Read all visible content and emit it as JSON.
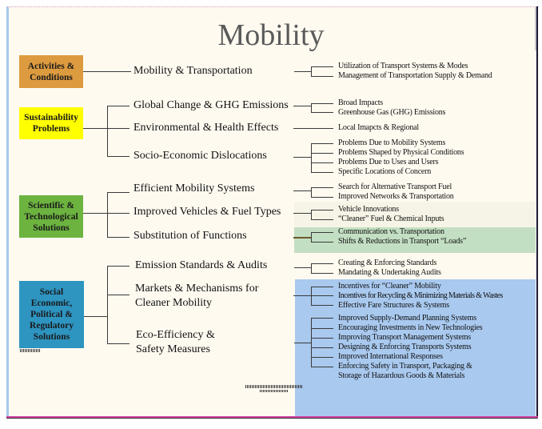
{
  "title": "Mobility",
  "colors": {
    "background": "#fffaf0",
    "activities_box": "#dd9b3f",
    "sustainability_box": "#ffff00",
    "scientific_box": "#6cb33f",
    "social_box": "#2e94c0",
    "green_band": "#c3dfc3",
    "blue_band": "#a9c9ef"
  },
  "categories": [
    {
      "label": "Activities & Conditions",
      "line1": "Activities &",
      "line2": "Conditions",
      "topics": [
        {
          "label": "Mobility  &  Transportation",
          "details": [
            "Utilization of Transport Systems & Modes",
            "Management of Transportation Supply & Demand"
          ]
        }
      ]
    },
    {
      "label": "Sustainability Problems",
      "line1": "Sustainability",
      "line2": "Problems",
      "topics": [
        {
          "label": "Global Change & GHG Emissions",
          "details": [
            "Broad Impacts",
            "Greenhouse Gas (GHG) Emissions"
          ]
        },
        {
          "label": "Environmental  &  Health  Effects",
          "details": [
            "Local Imapcts & Regional"
          ]
        },
        {
          "label": "Socio-Economic  Dislocations",
          "details": [
            "Problems Due to Mobility Systems",
            "Problems Shaped by Physical Conditions",
            "Problems Due to Uses and Users",
            "Specific  Locations of Concern"
          ]
        }
      ]
    },
    {
      "label": "Scientific & Technological Solutions",
      "line1": "Scientific &",
      "line2": "Technological",
      "line3": "Solutions",
      "topics": [
        {
          "label": "Efficient Mobility Systems",
          "details": [
            "Search for Alternative Transport Fuel",
            "Improved Networks & Transportation"
          ]
        },
        {
          "label": "Improved Vehicles & Fuel Types",
          "details": [
            "Vehicle  Innovations",
            "“Cleaner” Fuel & Chemical Inputs"
          ]
        },
        {
          "label": "Substitution  of  Functions",
          "details": [
            "Communication vs. Transportation",
            "Shifts & Reductions in Transport “Loads”"
          ]
        }
      ]
    },
    {
      "label": "Social Economic, Political & Regulatory Solutions",
      "line1": "Social",
      "line2": "Economic,",
      "line3": "Political &",
      "line4": "Regulatory",
      "line5": "Solutions",
      "topics": [
        {
          "label": "Emission Standards & Audits",
          "details": [
            "Creating & Enforcing Standards",
            "Mandating & Undertaking Audits"
          ]
        },
        {
          "label": "Markets & Mechanisms for",
          "label2": "Cleaner Mobility",
          "details": [
            "Incentives for “Cleaner” Mobility",
            "Incentives for Recycling & Minimizing Materials & Wastes",
            "Effective Fare Structures & Systems"
          ]
        },
        {
          "label": "Eco-Efficiency  &",
          "label2": "Safety Measures",
          "details": [
            "Improved Supply-Demand Planning Systems",
            "Encouraging Investments in New Technologies",
            "Improving Transport Management Systems",
            "Designing & Enforcing Transports Systems",
            "Improved International Responses",
            "Enforcing Safety in Transport, Packaging &",
            "Storage of Hazardous Goods & Materials"
          ]
        }
      ]
    }
  ]
}
